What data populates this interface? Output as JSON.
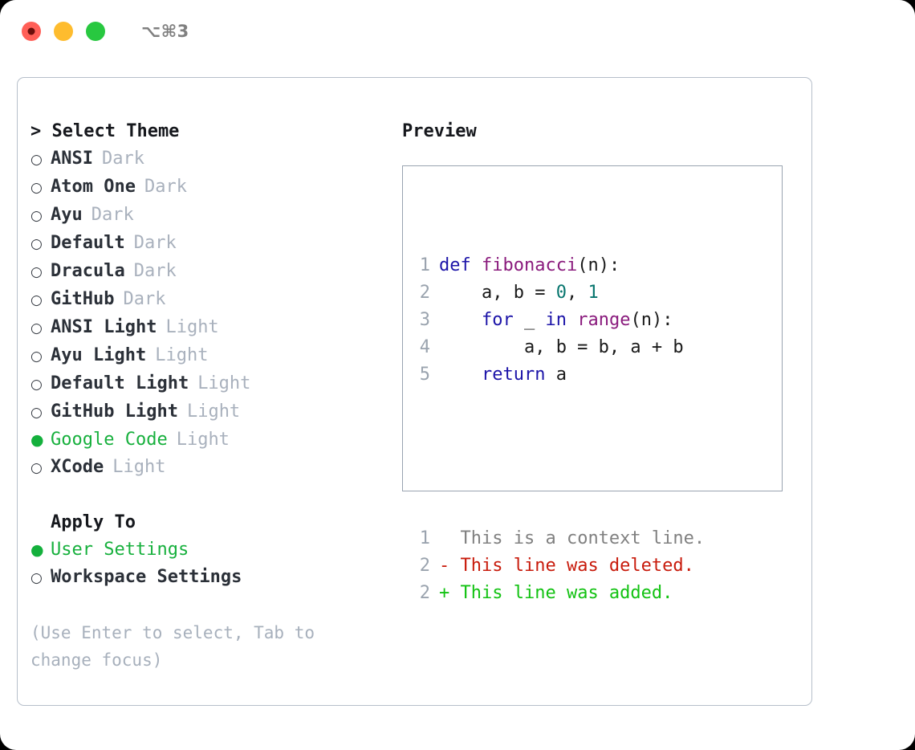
{
  "titlebar": {
    "shortcut": "⌥⌘3",
    "buttons": [
      "close",
      "minimize",
      "maximize"
    ]
  },
  "theme_picker": {
    "header": "> Select Theme",
    "items": [
      {
        "label": "ANSI",
        "kind": "Dark",
        "selected": false
      },
      {
        "label": "Atom One",
        "kind": "Dark",
        "selected": false
      },
      {
        "label": "Ayu",
        "kind": "Dark",
        "selected": false
      },
      {
        "label": "Default",
        "kind": "Dark",
        "selected": false
      },
      {
        "label": "Dracula",
        "kind": "Dark",
        "selected": false
      },
      {
        "label": "GitHub",
        "kind": "Dark",
        "selected": false
      },
      {
        "label": "ANSI Light",
        "kind": "Light",
        "selected": false
      },
      {
        "label": "Ayu Light",
        "kind": "Light",
        "selected": false
      },
      {
        "label": "Default Light",
        "kind": "Light",
        "selected": false
      },
      {
        "label": "GitHub Light",
        "kind": "Light",
        "selected": false
      },
      {
        "label": "Google Code",
        "kind": "Light",
        "selected": true
      },
      {
        "label": "XCode",
        "kind": "Light",
        "selected": false
      }
    ]
  },
  "apply_to": {
    "title": "Apply To",
    "items": [
      {
        "label": "User Settings",
        "selected": true
      },
      {
        "label": "Workspace Settings",
        "selected": false
      }
    ]
  },
  "hint": "(Use Enter to select, Tab to change focus)",
  "preview": {
    "header": "Preview",
    "code_lines": [
      {
        "lineno": "1",
        "tokens": [
          {
            "t": "def ",
            "c": "kw"
          },
          {
            "t": "fibonacci",
            "c": "fn"
          },
          {
            "t": "(n):",
            "c": "txt"
          }
        ]
      },
      {
        "lineno": "2",
        "tokens": [
          {
            "t": "    a, b = ",
            "c": "txt"
          },
          {
            "t": "0",
            "c": "num"
          },
          {
            "t": ", ",
            "c": "txt"
          },
          {
            "t": "1",
            "c": "num"
          }
        ]
      },
      {
        "lineno": "3",
        "tokens": [
          {
            "t": "    ",
            "c": "txt"
          },
          {
            "t": "for",
            "c": "kw"
          },
          {
            "t": " _ ",
            "c": "txt"
          },
          {
            "t": "in",
            "c": "kw"
          },
          {
            "t": " ",
            "c": "txt"
          },
          {
            "t": "range",
            "c": "fn"
          },
          {
            "t": "(n):",
            "c": "txt"
          }
        ]
      },
      {
        "lineno": "4",
        "tokens": [
          {
            "t": "        a, b = b, a + b",
            "c": "txt"
          }
        ]
      },
      {
        "lineno": "5",
        "tokens": [
          {
            "t": "    ",
            "c": "txt"
          },
          {
            "t": "return",
            "c": "kw"
          },
          {
            "t": " a",
            "c": "txt"
          }
        ]
      }
    ],
    "diff_lines": [
      {
        "lineno": "1",
        "marker": "  ",
        "text": "This is a context line.",
        "c": "ctx"
      },
      {
        "lineno": "2",
        "marker": "- ",
        "text": "This line was deleted.",
        "c": "del"
      },
      {
        "lineno": "2",
        "marker": "+ ",
        "text": "This line was added.",
        "c": "add"
      }
    ]
  },
  "colors": {
    "accent_green": "#17b03d",
    "muted": "#a9b1bd",
    "keyword": "#1c14a8",
    "function": "#8a1b7d",
    "number": "#07756e",
    "diff_deleted": "#c81b0c",
    "diff_added": "#12c212",
    "border": "#99a3b0"
  }
}
